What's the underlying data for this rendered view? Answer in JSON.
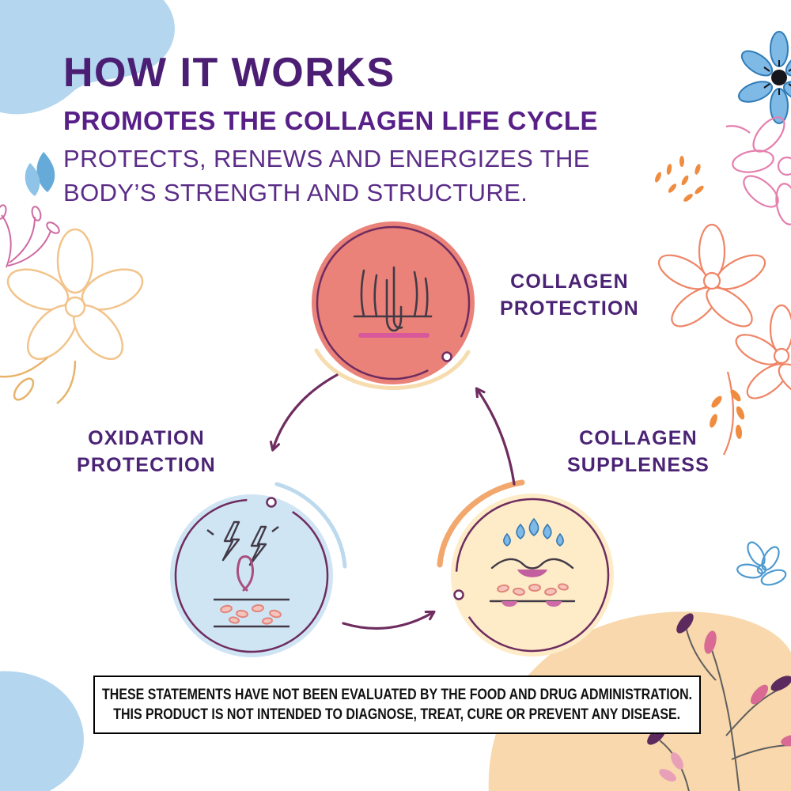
{
  "header": {
    "title": "HOW IT WORKS",
    "subtitle": "PROMOTES THE COLLAGEN LIFE CYCLE",
    "description_line1": "PROTECTS, RENEWS AND ENERGIZES THE",
    "description_line2": "BODY’S STRENGTH AND STRUCTURE."
  },
  "cycle": {
    "nodes": [
      {
        "id": "collagen-protection",
        "label_line1": "COLLAGEN",
        "label_line2": "PROTECTION",
        "icon": "hair-follicle-skin-icon",
        "circle_color": "#ea8279",
        "arc_color": "#f6dcae"
      },
      {
        "id": "oxidation-protection",
        "label_line1": "OXIDATION",
        "label_line2": "PROTECTION",
        "icon": "free-radical-skin-icon",
        "circle_color": "#cfe5f4",
        "arc_color": "#bcd9ee"
      },
      {
        "id": "collagen-suppleness",
        "label_line1": "COLLAGEN",
        "label_line2": "SUPPLENESS",
        "icon": "hydration-drops-skin-icon",
        "circle_color": "#fdecc7",
        "arc_color": "#f2a76d"
      }
    ],
    "arrow_color": "#6e2c5f",
    "ring_color": "#6e2c5f"
  },
  "disclaimer": {
    "line1": "THESE STATEMENTS HAVE NOT BEEN EVALUATED BY THE FOOD AND DRUG ADMINISTRATION.",
    "line2": "THIS PRODUCT IS NOT INTENDED TO DIAGNOSE, TREAT, CURE OR PREVENT ANY DISEASE."
  },
  "colors": {
    "title_text": "#4b1e74",
    "subtitle_text": "#571f87",
    "description_text": "#5b2d88",
    "label_text": "#4b2375",
    "background": "#ffffff",
    "disclaimer_border": "#000000"
  }
}
